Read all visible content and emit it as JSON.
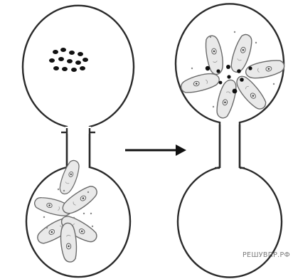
{
  "figure": {
    "watermark": "РЕШУВПР.РФ",
    "colors": {
      "outline": "#2a2a2a",
      "cell_fill": "#e9e9e9",
      "cell_stroke": "#6a6a6a",
      "dot": "#111111",
      "speckle": "#888888"
    },
    "before": {
      "upper_chamber": "food-particles",
      "lower_chamber": "cell-cluster"
    },
    "after": {
      "upper_chamber": "cell-cluster-with-particles",
      "lower_chamber": "empty"
    },
    "arrow": "right-arrow-icon"
  }
}
